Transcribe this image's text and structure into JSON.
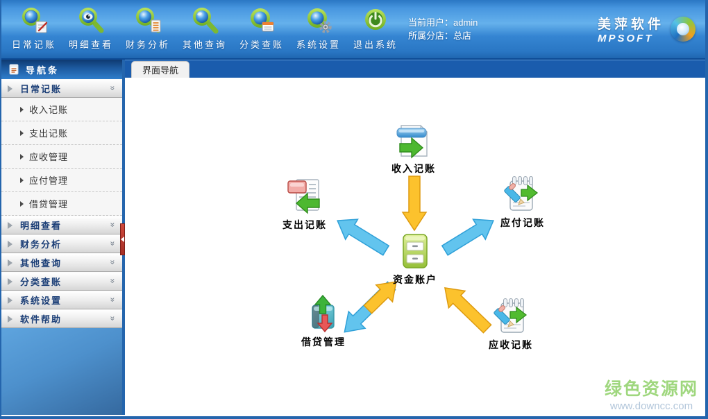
{
  "toolbar": {
    "items": [
      {
        "label": "日常记账",
        "icon": "magnifier-notepad-icon"
      },
      {
        "label": "明细查看",
        "icon": "magnifier-eye-icon"
      },
      {
        "label": "财务分析",
        "icon": "magnifier-report-icon"
      },
      {
        "label": "其他查询",
        "icon": "magnifier-icon"
      },
      {
        "label": "分类查账",
        "icon": "ring-window-icon"
      },
      {
        "label": "系统设置",
        "icon": "ring-gear-icon"
      },
      {
        "label": "退出系统",
        "icon": "power-icon"
      }
    ],
    "current_user": "当前用户：admin",
    "branch": "所属分店：总店",
    "logo_cn": "美萍软件",
    "logo_en": "MPSOFT"
  },
  "sidebar": {
    "header": "导航条",
    "sections": [
      {
        "label": "日常记账",
        "expanded": true,
        "children": [
          "收入记账",
          "支出记账",
          "应收管理",
          "应付管理",
          "借贷管理"
        ]
      },
      {
        "label": "明细查看",
        "expanded": false
      },
      {
        "label": "财务分析",
        "expanded": false
      },
      {
        "label": "其他查询",
        "expanded": false
      },
      {
        "label": "分类查账",
        "expanded": false
      },
      {
        "label": "系统设置",
        "expanded": false
      },
      {
        "label": "软件帮助",
        "expanded": false
      }
    ]
  },
  "tabs": [
    {
      "label": "界面导航",
      "active": true
    }
  ],
  "diagram": {
    "nodes": {
      "income": {
        "label": "收入记账",
        "icon": "document-arrow-right-icon"
      },
      "expense": {
        "label": "支出记账",
        "icon": "document-arrow-left-icon"
      },
      "payable": {
        "label": "应付记账",
        "icon": "notepad-pencil-arrow-right-icon"
      },
      "cash": {
        "label": "资金账户",
        "icon": "cabinet-icon"
      },
      "loan": {
        "label": "借贷管理",
        "icon": "box-up-down-arrows-icon"
      },
      "receivable": {
        "label": "应收记账",
        "icon": "notepad-pencil-arrow-left-icon"
      }
    },
    "flows": [
      {
        "from": "收入记账",
        "to": "资金账户",
        "color": "#FCC22D",
        "direction": "down"
      },
      {
        "from": "资金账户",
        "to": "支出记账",
        "color": "#62C4EE",
        "direction": "up-left"
      },
      {
        "from": "资金账户",
        "to": "应付记账",
        "color": "#62C4EE",
        "direction": "up-right"
      },
      {
        "from": "借贷管理",
        "to": "资金账户",
        "color": "#FCC22D/#62C4EE",
        "direction": "both"
      },
      {
        "from": "应收记账",
        "to": "资金账户",
        "color": "#FCC22D",
        "direction": "up-left"
      }
    ]
  },
  "watermark": {
    "site_name": "绿色资源网",
    "site_url": "www.downcc.com"
  },
  "colors": {
    "toolbar_blue": "#3585d2",
    "tabbar_blue": "#1a5cad",
    "sidebar_header_blue": "#1d5ba1",
    "arrow_yellow": "#FCC22D",
    "arrow_blue": "#62C4EE",
    "watermark_green": "#9fd77e",
    "handle_red": "#b5352b"
  }
}
